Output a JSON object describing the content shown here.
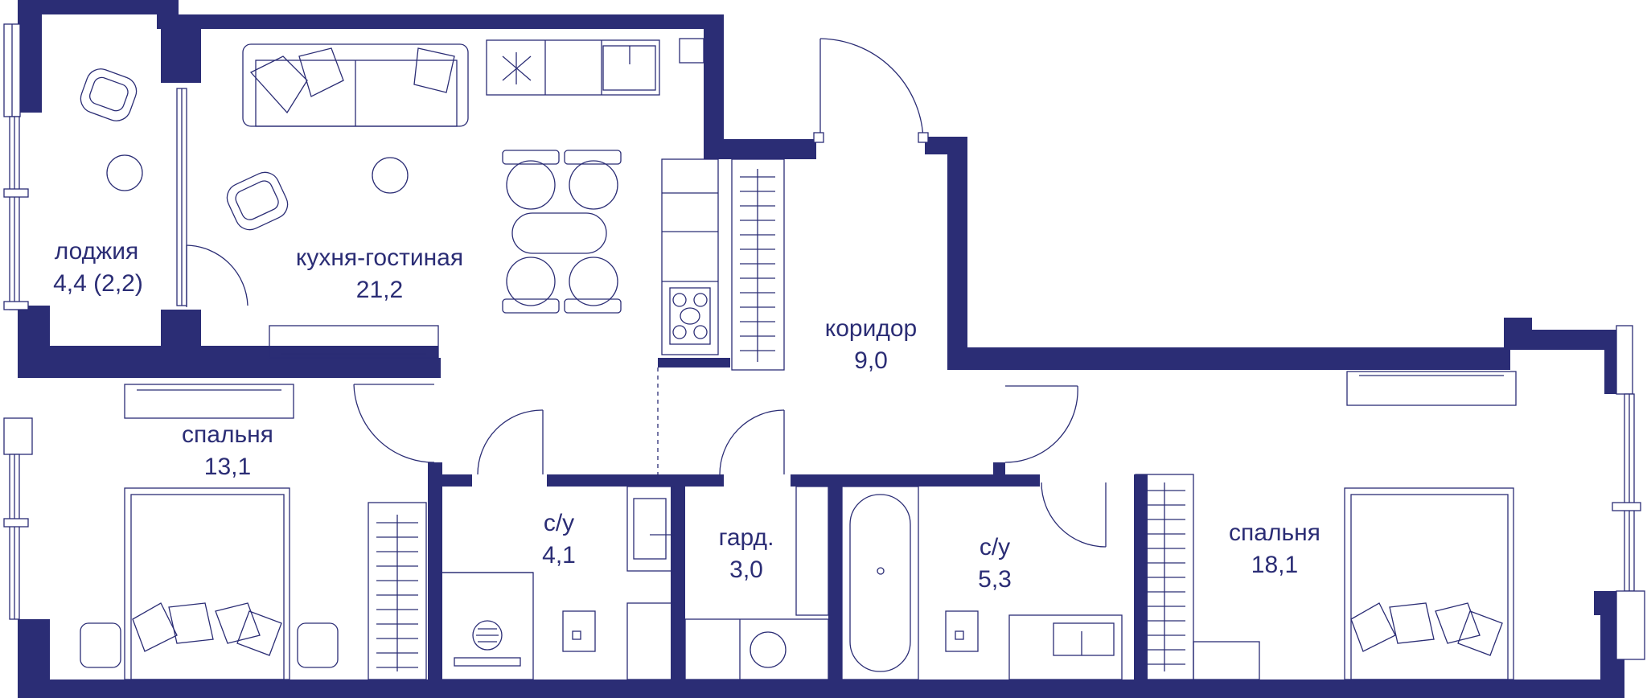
{
  "colors": {
    "wall": "#2b2d75",
    "background": "#ffffff"
  },
  "rooms": [
    {
      "id": "loggia",
      "name": "лоджия",
      "area": "4,4 (2,2)"
    },
    {
      "id": "kitchen-living",
      "name": "кухня-гостиная",
      "area": "21,2"
    },
    {
      "id": "corridor",
      "name": "коридор",
      "area": "9,0"
    },
    {
      "id": "bedroom-left",
      "name": "спальня",
      "area": "13,1"
    },
    {
      "id": "bathroom-1",
      "name": "с/у",
      "area": "4,1"
    },
    {
      "id": "wardrobe",
      "name": "гард.",
      "area": "3,0"
    },
    {
      "id": "bathroom-2",
      "name": "с/у",
      "area": "5,3"
    },
    {
      "id": "bedroom-right",
      "name": "спальня",
      "area": "18,1"
    }
  ],
  "furniture_icons": [
    "sofa-icon",
    "armchair-icon",
    "dining-table-icon",
    "stove-icon",
    "sink-icon",
    "bathtub-icon",
    "shower-icon",
    "toilet-icon",
    "washing-machine-icon",
    "bed-icon",
    "wardrobe-icon",
    "door-icon",
    "window-icon"
  ]
}
